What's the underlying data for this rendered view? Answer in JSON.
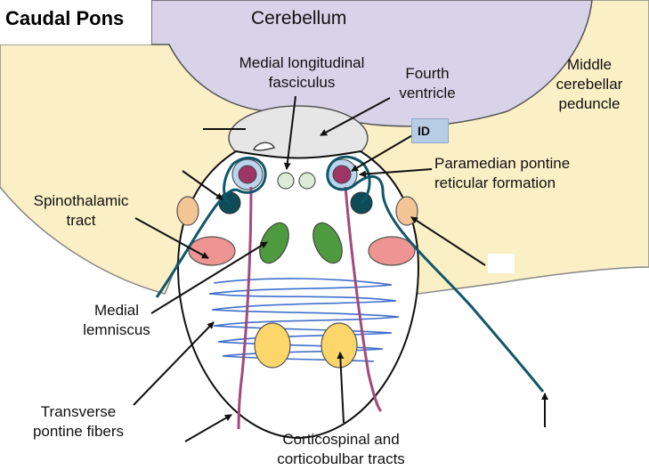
{
  "title": "Caudal Pons",
  "labels": {
    "cerebellum": "Cerebellum",
    "mlf_line1": "Medial longitudinal",
    "mlf_line2": "fasciculus",
    "fourth_line1": "Fourth",
    "fourth_line2": "ventricle",
    "mcp_line1": "Middle",
    "mcp_line2": "cerebellar",
    "mcp_line3": "peduncle",
    "id_tag": "ID",
    "pprf_line1": "Paramedian pontine",
    "pprf_line2": "reticular formation",
    "spth_line1": "Spinothalamic",
    "spth_line2": "tract",
    "ml_line1": "Medial",
    "ml_line2": "lemniscus",
    "tpf_line1": "Transverse",
    "tpf_line2": "pontine fibers",
    "cst_line1": "Corticospinal and",
    "cst_line2": "corticobulbar tracts"
  },
  "colors": {
    "cerebellum": "#d9d3ea",
    "peduncle": "#fbefc6",
    "ventricle": "#e6e6e6",
    "pons": "#ffffff",
    "mlf": "#dcebd6",
    "pprf_ring": "#bcd5ef",
    "pprf_core": "#9d3666",
    "dark_teal": "#0f4a57",
    "spinothalamic": "#f3c594",
    "medial_lemniscus": "#ee9593",
    "green_tract": "#4e9a3f",
    "corticospinal": "#fcd56b",
    "transverse_fibers": "#3f6fc9",
    "abducens_nerve": "#a34a7a",
    "facial_nerve": "#10566a"
  }
}
